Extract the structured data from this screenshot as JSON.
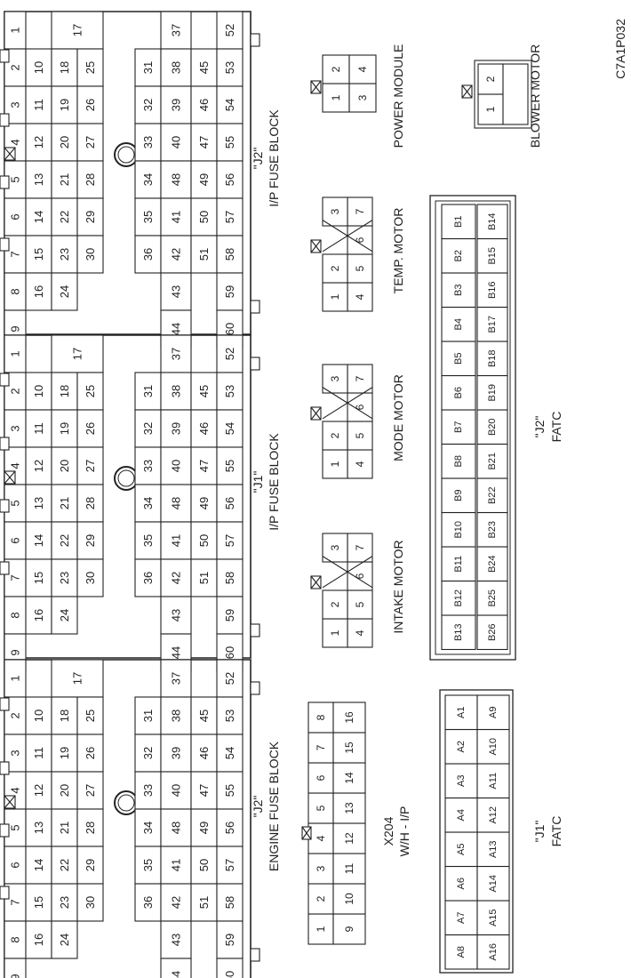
{
  "drawing_id": "C7A1P032",
  "fuse_blocks": [
    {
      "id": "engine",
      "title_line1": "\"J2\"",
      "title_line2": "ENGINE FUSE BLOCK"
    },
    {
      "id": "ip_j1",
      "title_line1": "\"J1\"",
      "title_line2": "I/P FUSE BLOCK"
    },
    {
      "id": "ip_j2",
      "title_line1": "\"J2\"",
      "title_line2": "I/P FUSE BLOCK"
    }
  ],
  "fuse_cells": {
    "row_a": [
      "9",
      "8",
      "7",
      "6",
      "5",
      "4",
      "3",
      "2",
      "1"
    ],
    "row_b": [
      "16",
      "15",
      "14",
      "13",
      "12",
      "11",
      "10"
    ],
    "row_c": [
      "24",
      "23",
      "22",
      "21",
      "20",
      "19",
      "18",
      "17"
    ],
    "row_d": [
      "30",
      "29",
      "28",
      "27",
      "26",
      "25"
    ],
    "row_e": [
      "36",
      "35",
      "34",
      "33",
      "32",
      "31"
    ],
    "row_f": [
      "44",
      "43",
      "42",
      "41",
      "48",
      "40",
      "39",
      "38",
      "37"
    ],
    "row_g": [
      "51",
      "50",
      "49",
      "47",
      "46",
      "45"
    ],
    "row_h": [
      "60",
      "59",
      "58",
      "57",
      "56",
      "55",
      "54",
      "53",
      "52"
    ]
  },
  "x204": {
    "title_line1": "X204",
    "title_line2": "W/H - I/P",
    "row1": [
      "1",
      "2",
      "3",
      "4",
      "5",
      "6",
      "7",
      "8"
    ],
    "row2": [
      "9",
      "10",
      "11",
      "12",
      "13",
      "14",
      "15",
      "16"
    ]
  },
  "motors": [
    {
      "id": "intake",
      "label": "INTAKE MOTOR",
      "top": [
        "1",
        "2",
        "3"
      ],
      "bottom": [
        "4",
        "5",
        "6",
        "7"
      ]
    },
    {
      "id": "mode",
      "label": "MODE MOTOR",
      "top": [
        "1",
        "2",
        "3"
      ],
      "bottom": [
        "4",
        "5",
        "6",
        "7"
      ]
    },
    {
      "id": "temp",
      "label": "TEMP. MOTOR",
      "top": [
        "1",
        "2",
        "3"
      ],
      "bottom": [
        "4",
        "5",
        "6",
        "7"
      ]
    }
  ],
  "power_module": {
    "label": "POWER MODULE",
    "pins": [
      "1",
      "2",
      "3",
      "4"
    ]
  },
  "blower_motor": {
    "label": "BLOWER MOTOR",
    "pins": [
      "1",
      "2"
    ]
  },
  "fatc_j1": {
    "title_line1": "\"J1\"",
    "title_line2": "FATC",
    "row1": [
      "A8",
      "A7",
      "A6",
      "A5",
      "A4",
      "A3",
      "A2",
      "A1"
    ],
    "row2": [
      "A16",
      "A15",
      "A14",
      "A13",
      "A12",
      "A11",
      "A10",
      "A9"
    ]
  },
  "fatc_j2": {
    "title_line1": "\"J2\"",
    "title_line2": "FATC",
    "row1": [
      "B13",
      "B12",
      "B11",
      "B10",
      "B9",
      "B8",
      "B7",
      "B6",
      "B5",
      "B4",
      "B3",
      "B2",
      "B1"
    ],
    "row2": [
      "B26",
      "B25",
      "B24",
      "B23",
      "B22",
      "B21",
      "B20",
      "B19",
      "B18",
      "B17",
      "B16",
      "B15",
      "B14"
    ]
  },
  "colors": {
    "ink": "#222222",
    "paper": "#ffffff"
  }
}
